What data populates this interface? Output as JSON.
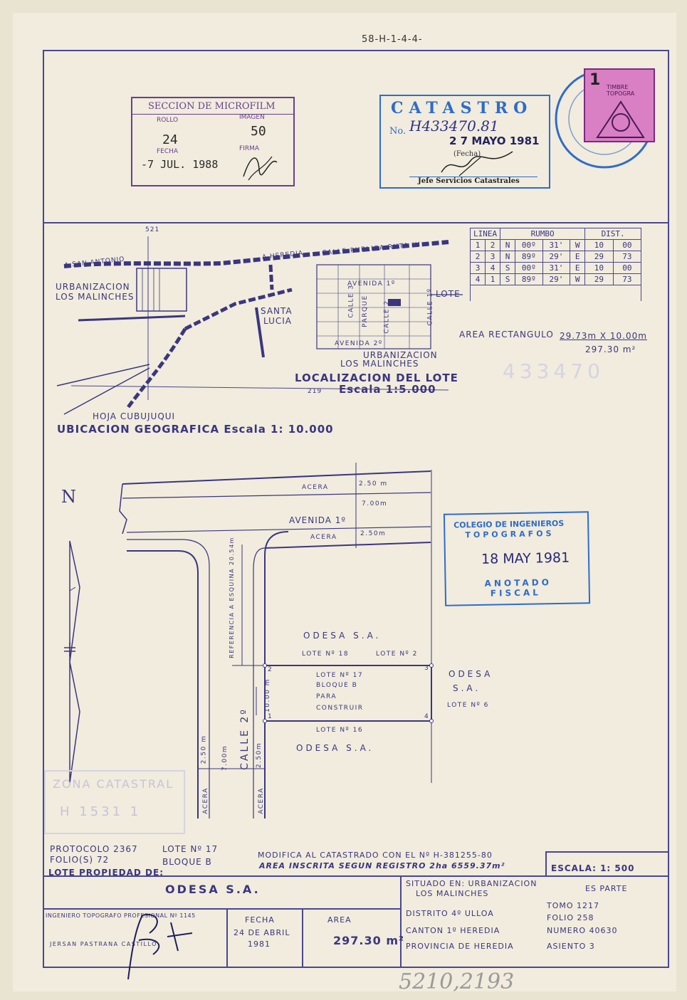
{
  "header_code": "58-H-1-4-4-",
  "microfilm": {
    "title": "SECCION DE MICROFILM",
    "rollo_label": "ROLLO",
    "imagen_label": "IMAGEN",
    "fecha_label": "FECHA",
    "firma_label": "FIRMA",
    "rollo_value": "24",
    "imagen_value": "50",
    "fecha_value": "-7 JUL. 1988"
  },
  "catastro": {
    "title": "CATASTRO",
    "no_label": "No.",
    "no_value": "H433470.81",
    "fecha_value": "2 7 MAYO 1981",
    "fecha_label": "(Fecha)",
    "jefe": "Jefe Servicios Catastrales"
  },
  "timbre": {
    "value": "1",
    "text": "TIMBRE TOPOGRA"
  },
  "location": {
    "a_san_antonio": "A SAN ANTONIO",
    "a_heredia": "A HEREDIA",
    "urb1": "URBANIZACION",
    "urb2": "LOS MALINCHES",
    "santa": "SANTA",
    "lucia": "LUCIA",
    "calle_publica": "CALLE PUBLICA RUTA III",
    "avenida1": "AVENIDA 1º",
    "avenida2": "AVENIDA 2º",
    "calle3": "CALLE 3",
    "calle2": "CALLE 2",
    "calle1": "CALLE 1º",
    "parque": "PARQUE",
    "lote": "LOTE",
    "urb_b1": "URBANIZACION",
    "urb_b2": "LOS MALINCHES",
    "localizacion": "LOCALIZACION DEL LOTE",
    "escala_loc": "Escala 1:5.000",
    "hoja": "HOJA CUBUJUQUI",
    "ubicacion": "UBICACION GEOGRAFICA Escala 1: 10.000",
    "grid_top": "521",
    "grid_bottom": "219"
  },
  "rumbo_table": {
    "headers": [
      "LINEA",
      "RUMBO",
      "DIST."
    ],
    "rows": [
      [
        "1",
        "2",
        "N",
        "00º",
        "31'",
        "W",
        "10",
        "00"
      ],
      [
        "2",
        "3",
        "N",
        "89º",
        "29'",
        "E",
        "29",
        "73"
      ],
      [
        "3",
        "4",
        "S",
        "00º",
        "31'",
        "E",
        "10",
        "00"
      ],
      [
        "4",
        "1",
        "S",
        "89º",
        "29'",
        "W",
        "29",
        "73"
      ]
    ],
    "area_label": "AREA RECTANGULO",
    "area_dims": "29.73m X 10.00m",
    "area_value": "297.30 m²"
  },
  "faint_number": "433470",
  "plan": {
    "north": "N",
    "acera1": "ACERA",
    "d250a": "2.50 m",
    "d700a": "7.00m",
    "avenida": "AVENIDA 1º",
    "acera2": "ACERA",
    "d250b": "2.50m",
    "referencia": "REFERENCIA A ESQUINA 20.54m",
    "odesa_top": "ODESA S.A.",
    "lote18": "LOTE Nº 18",
    "lote2": "LOTE Nº 2",
    "lote17": "LOTE Nº 17",
    "bloque": "BLOQUE B",
    "para": "PARA",
    "construir": "CONSTRUIR",
    "odesa_r1": "ODESA",
    "odesa_r2": "S.A.",
    "lote6": "LOTE Nº 6",
    "lote16": "LOTE Nº 16",
    "odesa_bottom": "ODESA S.A.",
    "d1000": "10.00 m",
    "calle2": "CALLE 2º",
    "d250c": "2.50 m",
    "d700b": "7.00m",
    "d250d": "2.50m",
    "acera3": "ACERA",
    "acera4": "ACERA",
    "v1": "1",
    "v2": "2",
    "v3": "3",
    "v4": "4"
  },
  "colegio": {
    "l1": "COLEGIO DE INGENIEROS",
    "l2": "TOPOGRAFOS",
    "date": "18 MAY 1981",
    "l3": "ANOTADO",
    "l4": "FISCAL"
  },
  "zona": {
    "title": "ZONA CATASTRAL",
    "value": "H 1531 1"
  },
  "footer": {
    "protocolo": "PROTOCOLO 2367",
    "folio": "FOLIO(S) 72",
    "lote_no": "LOTE Nº 17",
    "bloque": "BLOQUE B",
    "modifica": "MODIFICA AL CATASTRADO CON EL Nº H-381255-80",
    "area_inscrita": "AREA INSCRITA SEGUN REGISTRO 2ha 6559.37m²",
    "escala": "ESCALA: 1: 500",
    "lote_propiedad": "LOTE PROPIEDAD DE:",
    "owner": "ODESA S.A.",
    "situado": "SITUADO EN: URBANIZACION",
    "situado2": "LOS MALINCHES",
    "es_parte": "ES PARTE",
    "distrito": "DISTRITO 4º ULLOA",
    "canton": "CANTON 1º HEREDIA",
    "provincia": "PROVINCIA DE HEREDIA",
    "tomo": "TOMO 1217",
    "folio2": "FOLIO 258",
    "numero": "NUMERO 40630",
    "asiento": "ASIENTO 3",
    "ingeniero": "INGENIERO TOPOGRAFO PROFESIONAL Nº 1145",
    "ingeniero_name": "JERSAN PASTRANA CASTILLO",
    "fecha_label": "FECHA",
    "fecha_value": "24 DE ABRIL",
    "fecha_year": "1981",
    "area_label": "AREA",
    "area_value": "297.30 m²"
  },
  "bottom_handwritten": "5210,2193"
}
